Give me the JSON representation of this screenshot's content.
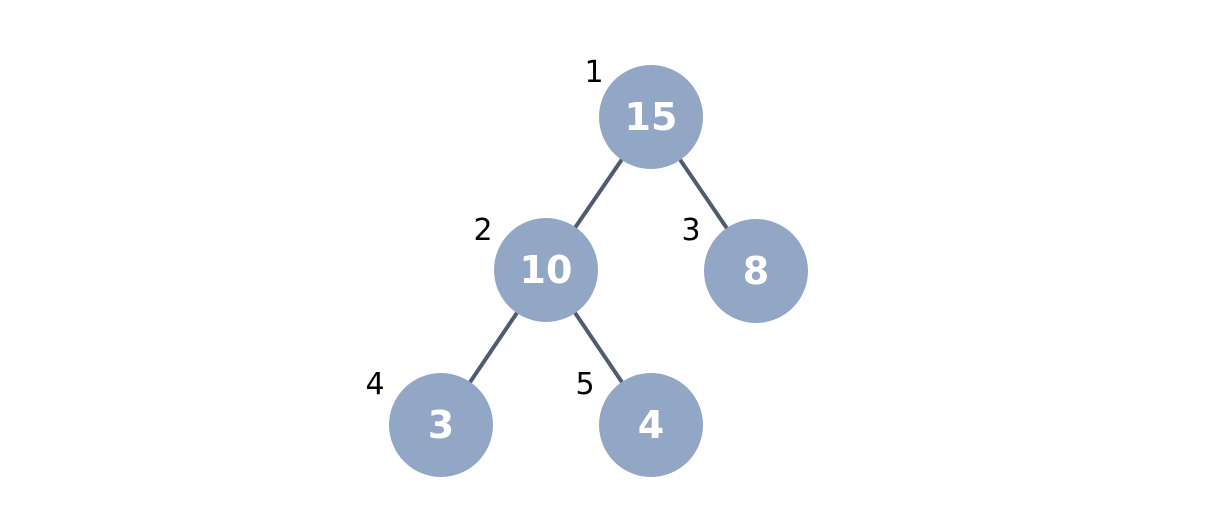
{
  "tree": {
    "node_color": "#92a6c5",
    "edge_color": "#4f5b70",
    "value_text_color": "#ffffff",
    "index_text_color": "#000000",
    "nodes": [
      {
        "index": "1",
        "value": "15"
      },
      {
        "index": "2",
        "value": "10"
      },
      {
        "index": "3",
        "value": "8"
      },
      {
        "index": "4",
        "value": "3"
      },
      {
        "index": "5",
        "value": "4"
      }
    ],
    "edges": [
      {
        "from": "1",
        "to": "2"
      },
      {
        "from": "1",
        "to": "3"
      },
      {
        "from": "2",
        "to": "4"
      },
      {
        "from": "2",
        "to": "5"
      }
    ]
  }
}
